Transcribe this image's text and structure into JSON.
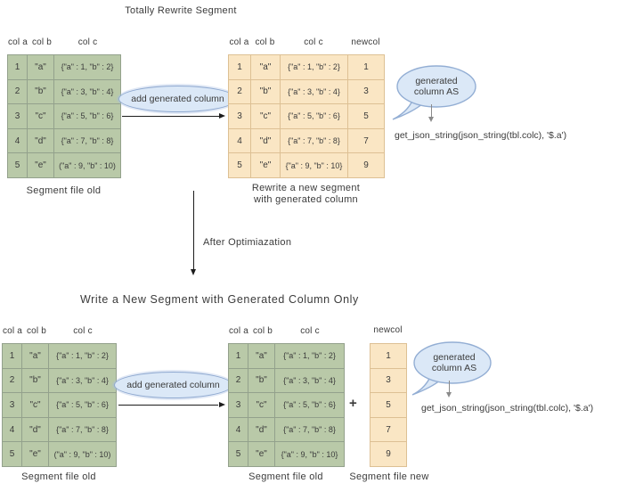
{
  "colors": {
    "green_fill": "#b9c9a8",
    "green_border": "#93a18c",
    "orange_fill": "#fae6c4",
    "orange_border": "#ddc094",
    "bubble_fill": "#dbe8f7",
    "bubble_border": "#8fa9d0",
    "text": "#3b3b3b"
  },
  "titles": {
    "top": "Totally Rewrite Segment",
    "after_optimization": "After Optimiazation",
    "bottom": "Write a New Segment with Generated Column Only"
  },
  "bubble_label": "add generated column",
  "callout": {
    "line1": "generated",
    "line2": "column AS"
  },
  "expression": "get_json_string(json_string(tbl.colc), '$.a')",
  "plus": "+",
  "tables": {
    "segment_old": {
      "headers": [
        "col a",
        "col b",
        "col c"
      ],
      "rows": [
        [
          "1",
          "\"a\"",
          "{\"a\" : 1, \"b\" : 2}"
        ],
        [
          "2",
          "\"b\"",
          "{\"a\" : 3, \"b\" : 4}"
        ],
        [
          "3",
          "\"c\"",
          "{\"a\" : 5, \"b\" : 6}"
        ],
        [
          "4",
          "\"d\"",
          "{\"a\" : 7, \"b\" : 8}"
        ],
        [
          "5",
          "\"e\"",
          "(\"a\" : 9, \"b\" : 10)"
        ]
      ],
      "caption": "Segment file old"
    },
    "segment_new": {
      "headers": [
        "col a",
        "col b",
        "col c",
        "newcol"
      ],
      "rows": [
        [
          "1",
          "\"a\"",
          "{\"a\" : 1, \"b\" : 2}",
          "1"
        ],
        [
          "2",
          "\"b\"",
          "{\"a\" : 3, \"b\" : 4}",
          "3"
        ],
        [
          "3",
          "\"c\"",
          "{\"a\" : 5, \"b\" : 6}",
          "5"
        ],
        [
          "4",
          "\"d\"",
          "{\"a\" : 7, \"b\" : 8}",
          "7"
        ],
        [
          "5",
          "\"e\"",
          "{\"a\" : 9, \"b\" : 10}",
          "9"
        ]
      ],
      "caption_line1": "Rewrite a new segment",
      "caption_line2": "with generated column"
    },
    "segment_old_braces": {
      "headers": [
        "col a",
        "col b",
        "col c"
      ],
      "rows": [
        [
          "1",
          "\"a\"",
          "{\"a\" : 1, \"b\" : 2}"
        ],
        [
          "2",
          "\"b\"",
          "{\"a\" : 3, \"b\" : 4}"
        ],
        [
          "3",
          "\"c\"",
          "{\"a\" : 5, \"b\" : 6}"
        ],
        [
          "4",
          "\"d\"",
          "{\"a\" : 7, \"b\" : 8}"
        ],
        [
          "5",
          "\"e\"",
          "{\"a\" : 9, \"b\" : 10}"
        ]
      ],
      "caption": "Segment file old"
    },
    "newcol": {
      "header": "newcol",
      "values": [
        "1",
        "3",
        "5",
        "7",
        "9"
      ],
      "caption": "Segment file new"
    }
  }
}
